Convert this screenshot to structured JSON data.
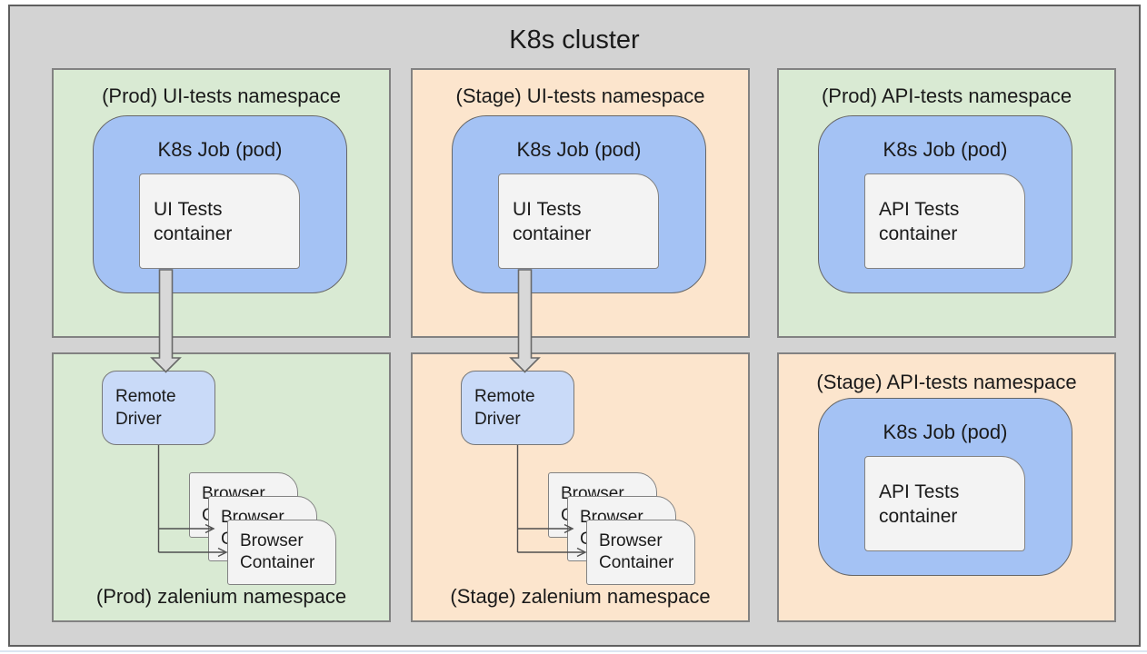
{
  "title": "K8s cluster",
  "colors": {
    "cluster_bg": "#d3d3d3",
    "prod_namespace_bg": "#d9ead3",
    "stage_namespace_bg": "#fce5cd",
    "job_pod_bg": "#a4c2f4",
    "container_bg": "#f3f3f3",
    "remote_driver_bg": "#c9daf8",
    "namespace_border": "#828282",
    "cluster_border": "#5f5f5f",
    "flow_arrow_fill": "#d8d8d8",
    "flow_arrow_stroke": "#696969",
    "connector_stroke": "#4f4f4f"
  },
  "namespaces": [
    {
      "label": "(Prod) UI-tests namespace",
      "env": "prod",
      "job": {
        "label": "K8s Job (pod)",
        "container": {
          "line1": "UI Tests",
          "line2": "container"
        }
      }
    },
    {
      "label": "(Stage) UI-tests namespace",
      "env": "stage",
      "job": {
        "label": "K8s Job (pod)",
        "container": {
          "line1": "UI Tests",
          "line2": "container"
        }
      }
    },
    {
      "label": "(Prod) API-tests namespace",
      "env": "prod",
      "job": {
        "label": "K8s Job (pod)",
        "container": {
          "line1": "API Tests",
          "line2": "container"
        }
      }
    },
    {
      "label": "(Prod) zalenium namespace",
      "env": "prod",
      "driver": {
        "line1": "Remote",
        "line2": "Driver"
      },
      "browser": {
        "line1": "Browser",
        "line2": "Container"
      }
    },
    {
      "label": "(Stage) zalenium namespace",
      "env": "stage",
      "driver": {
        "line1": "Remote",
        "line2": "Driver"
      },
      "browser": {
        "line1": "Browser",
        "line2": "Container"
      }
    },
    {
      "label": "(Stage) API-tests namespace",
      "env": "stage",
      "job": {
        "label": "K8s Job (pod)",
        "container": {
          "line1": "API Tests",
          "line2": "container"
        }
      }
    }
  ]
}
